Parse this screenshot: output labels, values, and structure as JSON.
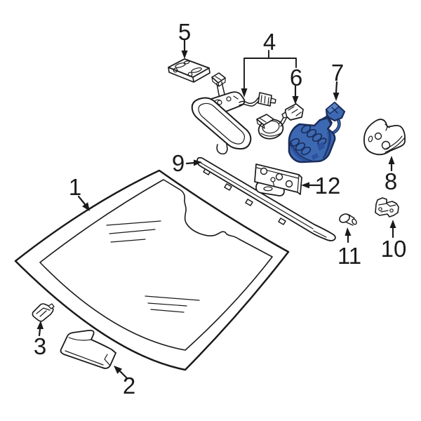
{
  "diagram": {
    "background": "#ffffff",
    "line_color": "#1a1a1a",
    "highlight_fill": "#3c69b2",
    "highlight_fill_dark": "#2d529e",
    "highlight_fill_light": "#5b84c6",
    "highlight_stroke": "#1b2d5c"
  },
  "callouts": [
    {
      "label": "1"
    },
    {
      "label": "2"
    },
    {
      "label": "3"
    },
    {
      "label": "4"
    },
    {
      "label": "5"
    },
    {
      "label": "6"
    },
    {
      "label": "7"
    },
    {
      "label": "8"
    },
    {
      "label": "9"
    },
    {
      "label": "10"
    },
    {
      "label": "11"
    },
    {
      "label": "12"
    }
  ]
}
